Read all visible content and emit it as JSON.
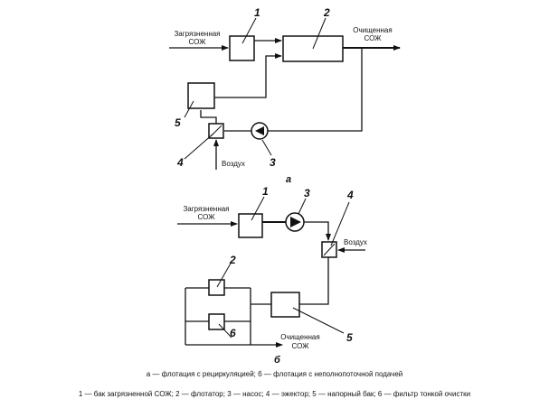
{
  "diagram_a": {
    "inlet_label": [
      "Загрязненная",
      "СОЖ"
    ],
    "outlet_label": [
      "Очищенная",
      "СОЖ"
    ],
    "air_label": "Воздух",
    "numbers": [
      "1",
      "2",
      "3",
      "4",
      "5"
    ],
    "caption": "а"
  },
  "diagram_b": {
    "inlet_label": [
      "Загрязненная",
      "СОЖ"
    ],
    "outlet_label": [
      "Очищенная",
      "СОЖ"
    ],
    "air_label": "Воздух",
    "numbers": [
      "1",
      "2",
      "3",
      "4",
      "5",
      "6"
    ],
    "caption": "б"
  },
  "legend": {
    "line1": "а — флотация с рециркуляцией; б — флотация с неполнопоточной подачей",
    "line2": "1 — бак загрязненной СОЖ; 2 — флотатор; 3 — насос; 4 — эжектор; 5 — напорный бак; 6 — фильтр тонкой очистки"
  }
}
